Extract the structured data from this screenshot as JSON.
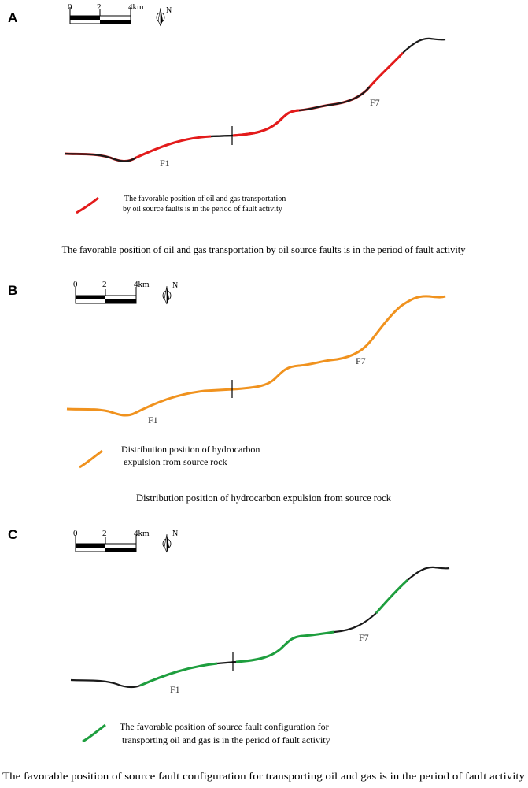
{
  "panels": [
    {
      "letter": "A",
      "scale": {
        "labels": [
          "0",
          "2",
          "4km"
        ]
      },
      "north_label": "N",
      "fault_labels": [
        "F1",
        "F7"
      ],
      "highlight_color": "#e31b1b",
      "base_color": "#1a1a1a",
      "legend_lines": [
        "The favorable position of oil and gas transportation",
        "by oil source faults is in the period of fault activity"
      ],
      "caption": "The favorable position of oil and gas transportation by oil source faults is in the period of fault activity"
    },
    {
      "letter": "B",
      "scale": {
        "labels": [
          "0",
          "2",
          "4km"
        ]
      },
      "north_label": "N",
      "fault_labels": [
        "F1",
        "F7"
      ],
      "highlight_color": "#f0921e",
      "legend_lines": [
        "Distribution position of hydrocarbon",
        " expulsion from source rock"
      ],
      "caption": "Distribution position of hydrocarbon expulsion from source rock"
    },
    {
      "letter": "C",
      "scale": {
        "labels": [
          "0",
          "2",
          "4km"
        ]
      },
      "north_label": "N",
      "fault_labels": [
        "F1",
        "F7"
      ],
      "highlight_color": "#1e9e3e",
      "base_color": "#1a1a1a",
      "legend_lines": [
        "The favorable position of source fault configuration for",
        " transporting oil and gas is in the period of fault activity"
      ],
      "caption": "The favorable position of source fault configuration for transporting oil and gas is in the period of fault activity"
    }
  ]
}
